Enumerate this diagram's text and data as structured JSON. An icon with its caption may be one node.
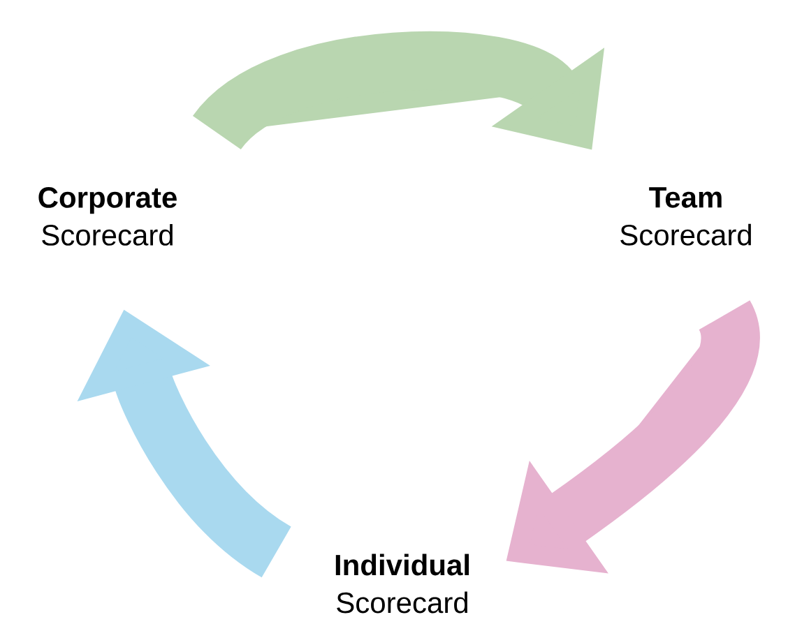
{
  "diagram": {
    "nodes": [
      {
        "text": [
          "Corporate",
          "Scorecard"
        ]
      },
      {
        "text": [
          "Team",
          "Scorecard"
        ]
      },
      {
        "text": [
          "Individual",
          "Scorecard"
        ]
      }
    ],
    "edges": [
      {
        "from": 0,
        "to": 1,
        "arrow": "to",
        "color": "#b9d6b0"
      },
      {
        "from": 1,
        "to": 2,
        "arrow": "to",
        "color": "#e6b2cf"
      },
      {
        "from": 2,
        "to": 0,
        "arrow": "to",
        "color": "#a9d9ef"
      }
    ]
  }
}
